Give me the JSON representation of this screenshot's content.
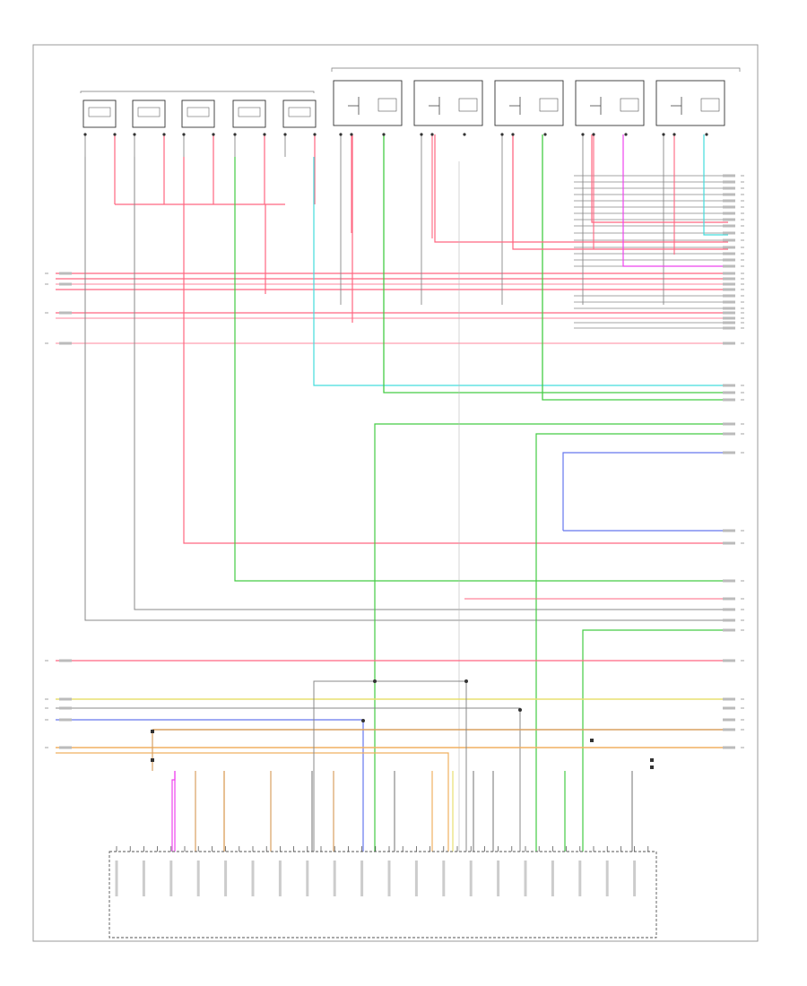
{
  "diagram": {
    "footer_code": "",
    "colors": {
      "red": "#ff6680",
      "pink": "#ff9fb0",
      "green": "#44cc44",
      "lightgreen": "#88dd88",
      "blue": "#6677ee",
      "cyan": "#44dddd",
      "yellow": "#e8e070",
      "orange": "#f0b060",
      "tan": "#d9a060",
      "magenta": "#ee44ee",
      "gray": "#888888",
      "black": "#222222"
    },
    "top_left_group_label": "",
    "top_right_group_label": "",
    "coils": [
      {
        "id": "1"
      },
      {
        "id": "2"
      },
      {
        "id": "3"
      },
      {
        "id": "4"
      },
      {
        "id": "5"
      }
    ],
    "relays": [
      {
        "id": "A"
      },
      {
        "id": "B"
      },
      {
        "id": "C"
      },
      {
        "id": "D"
      },
      {
        "id": "E"
      }
    ],
    "pcm_label": "",
    "connector_labels": [
      "",
      "",
      "",
      ""
    ],
    "module_pins": 40
  }
}
